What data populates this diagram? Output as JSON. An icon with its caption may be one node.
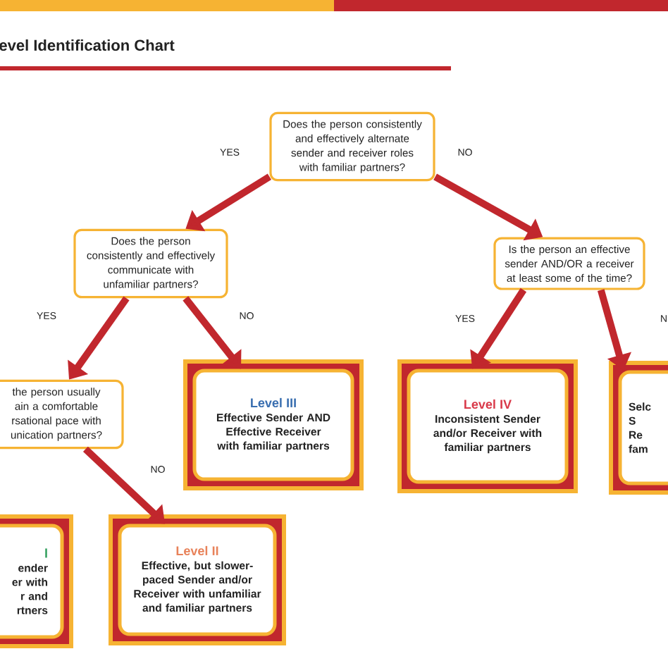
{
  "diagram": {
    "title": "evel Identification Chart",
    "nodes": [
      {
        "text": [
          "Does the person consistently and effectively alternate sender and receiver roles with familiar partners?"
        ]
      },
      {
        "text": [
          "Does the person consistently and effectively communicate with unfamiliar partners?"
        ]
      },
      {
        "text": [
          "Is the person an effective sender AND/OR a receiver at least some of the time?"
        ]
      },
      {
        "text": [
          "the person usually ain a comfortable rsational pace with unication partners?"
        ]
      },
      {
        "text": [
          "l",
          "ender",
          "er with",
          "r and",
          "rtners"
        ]
      },
      {
        "text": [
          "Level II",
          "Effective, but slower-paced Sender and/or Receiver with unfamiliar and familiar partners"
        ]
      },
      {
        "text": [
          "Level III",
          "Effective Sender AND Effective Receiver with familiar partners"
        ]
      },
      {
        "text": [
          "Level IV",
          "Inconsistent Sender and/or Receiver with familiar partners"
        ]
      },
      {
        "text": [
          "Selc",
          "S",
          "Re",
          "fam"
        ]
      }
    ],
    "edges": [
      {
        "from": 0,
        "to": 1,
        "arrow": "to",
        "label": "YES"
      },
      {
        "from": 0,
        "to": 2,
        "arrow": "to",
        "label": "NO"
      },
      {
        "from": 1,
        "to": 3,
        "arrow": "to",
        "label": "YES"
      },
      {
        "from": 1,
        "to": 6,
        "arrow": "to",
        "label": "NO"
      },
      {
        "from": 2,
        "to": 7,
        "arrow": "to",
        "label": "YES"
      },
      {
        "from": 2,
        "to": 8,
        "arrow": "to",
        "label": "N"
      },
      {
        "from": 3,
        "to": 5,
        "arrow": "to",
        "label": "NO"
      }
    ]
  }
}
